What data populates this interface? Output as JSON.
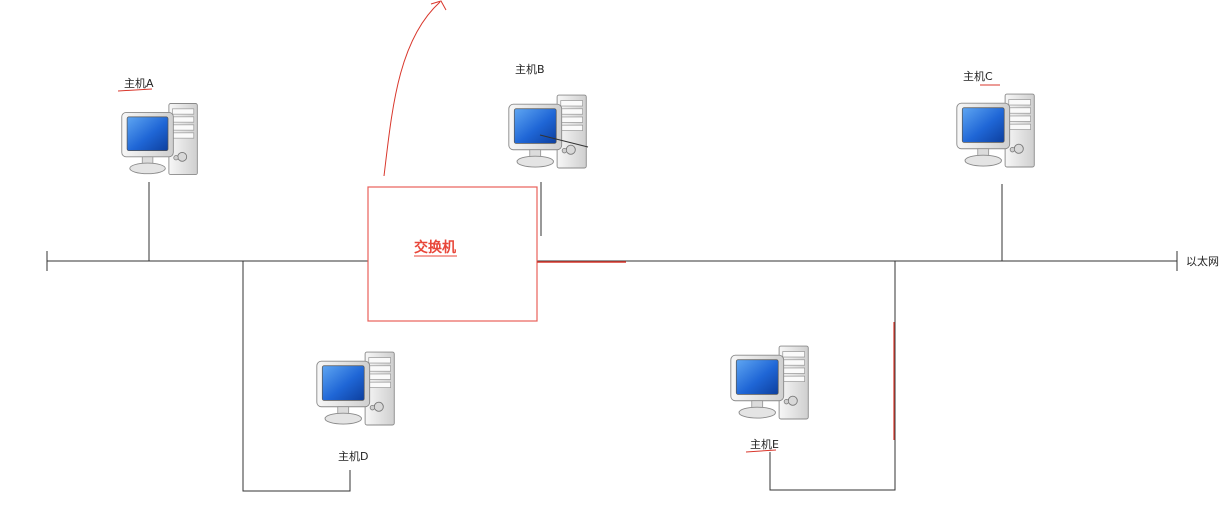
{
  "switch": {
    "label": "交换机"
  },
  "network": {
    "label": "以太网"
  },
  "hosts": [
    {
      "id": "A",
      "label": "主机A"
    },
    {
      "id": "B",
      "label": "主机B"
    },
    {
      "id": "C",
      "label": "主机C"
    },
    {
      "id": "D",
      "label": "主机D"
    },
    {
      "id": "E",
      "label": "主机E"
    }
  ],
  "colors": {
    "line": "#333333",
    "annotation": "#d9372c",
    "screen": "#1f66d6",
    "casing": "#e6e6e6",
    "casing_edge": "#8a8a8a"
  }
}
